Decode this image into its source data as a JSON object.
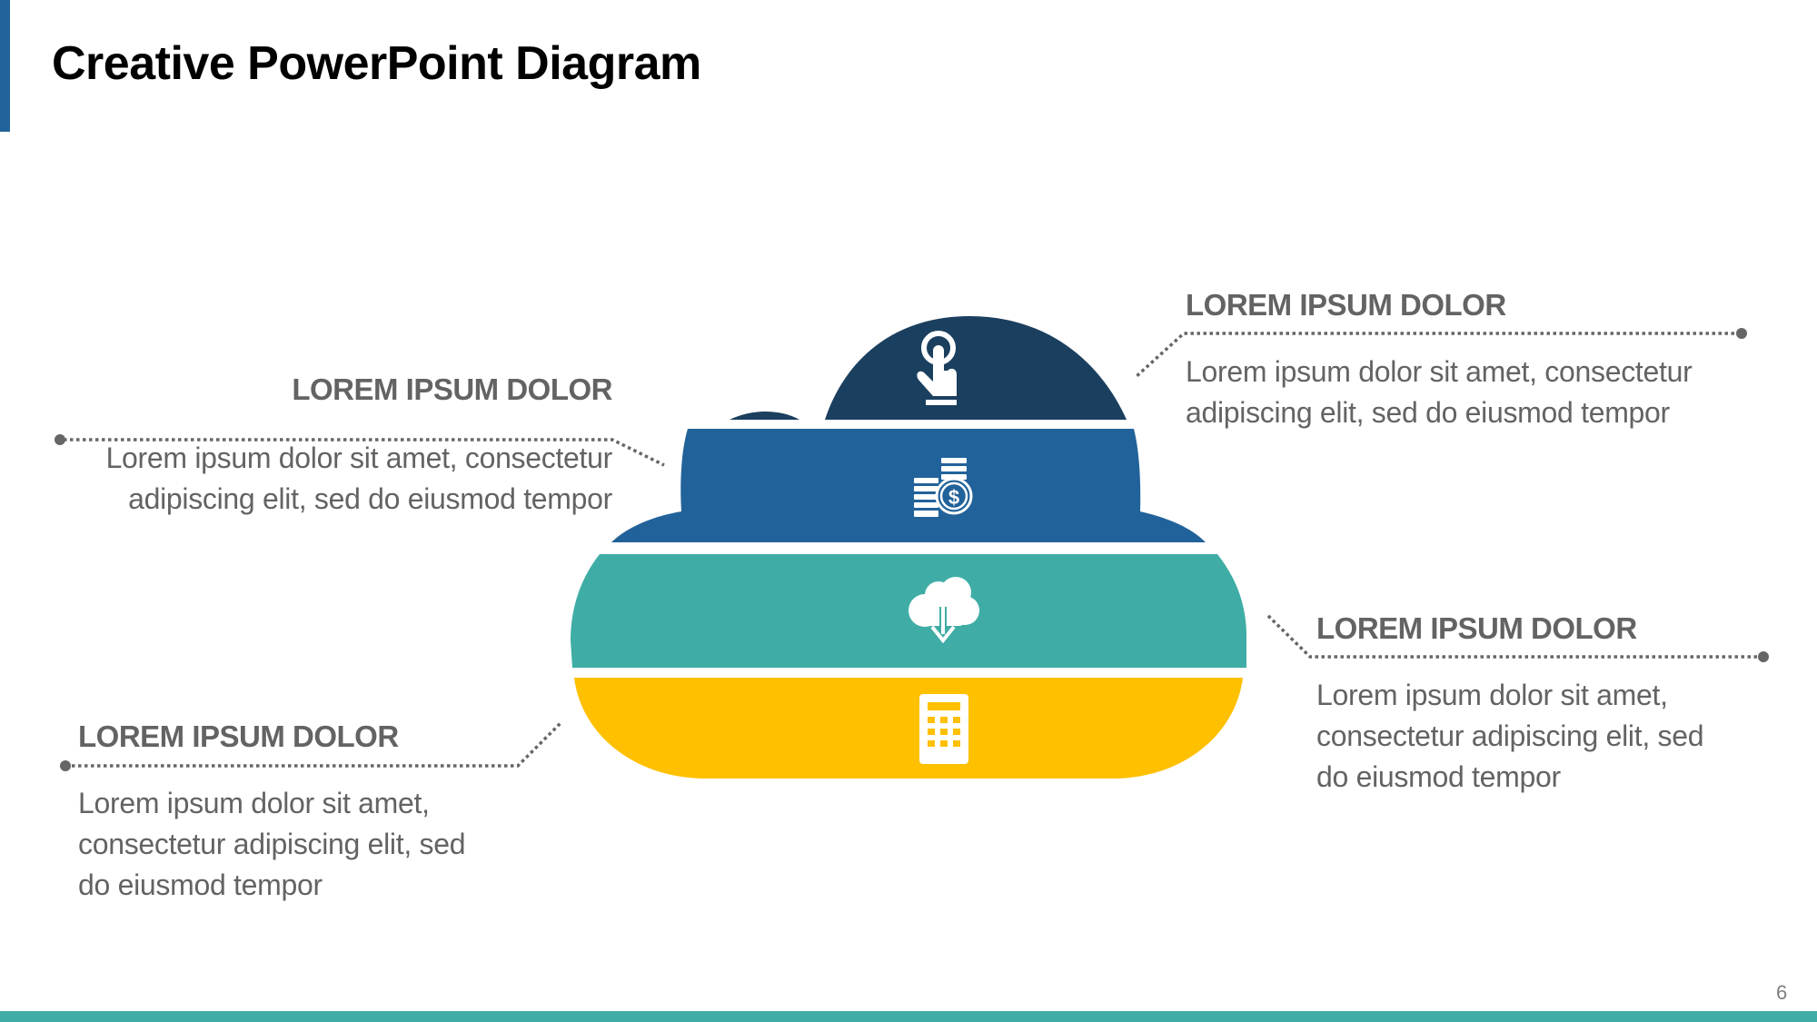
{
  "slide": {
    "title": "Creative PowerPoint Diagram",
    "page_number": "6"
  },
  "colors": {
    "accent": "#22629A",
    "layer1": "#1B3F5F",
    "layer2": "#22629A",
    "layer3": "#3FADA5",
    "layer4": "#FFC000",
    "text": "#636363",
    "footer": "#3FADA5"
  },
  "cloud_layers": [
    {
      "name": "layer-1",
      "icon": "touch-icon"
    },
    {
      "name": "layer-2",
      "icon": "coins-dollar-icon"
    },
    {
      "name": "layer-3",
      "icon": "cloud-download-icon"
    },
    {
      "name": "layer-4",
      "icon": "calculator-icon"
    }
  ],
  "callouts": [
    {
      "position": "top-left",
      "heading": "LOREM IPSUM DOLOR",
      "lines": [
        "Lorem ipsum dolor sit amet, consectetur",
        "adipiscing elit, sed do eiusmod tempor"
      ]
    },
    {
      "position": "top-right",
      "heading": "LOREM IPSUM DOLOR",
      "lines": [
        "Lorem ipsum dolor sit amet, consectetur",
        "adipiscing elit, sed do eiusmod tempor"
      ]
    },
    {
      "position": "bottom-right",
      "heading": "LOREM IPSUM DOLOR",
      "lines": [
        "Lorem ipsum dolor sit amet,",
        "consectetur adipiscing elit, sed",
        "do eiusmod tempor"
      ]
    },
    {
      "position": "bottom-left",
      "heading": "LOREM IPSUM DOLOR",
      "lines": [
        "Lorem ipsum dolor sit amet,",
        "consectetur adipiscing elit, sed",
        "do eiusmod tempor"
      ]
    }
  ]
}
